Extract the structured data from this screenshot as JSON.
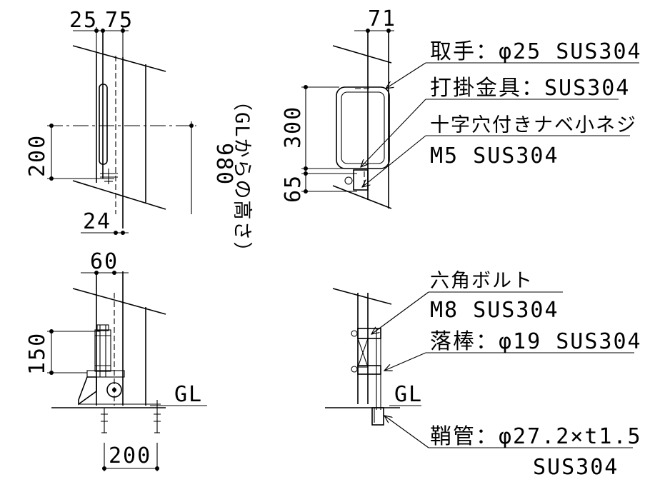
{
  "top_left": {
    "dim_25": "25",
    "dim_75": "75",
    "dim_200": "200",
    "dim_24": "24",
    "dim_980": "980",
    "note_gl": "（GLからの高さ）"
  },
  "top_right": {
    "dim_71": "71",
    "dim_300": "300",
    "dim_65": "65",
    "callout_handle": "取手：φ25 SUS304",
    "callout_latch": "打掛金具：SUS304",
    "callout_screw_line1": "十字穴付きナベ小ネジ",
    "callout_screw_line2": "M5 SUS304"
  },
  "bottom_left": {
    "dim_60": "60",
    "dim_150": "150",
    "dim_200": "200",
    "gl_label": "GL"
  },
  "bottom_right": {
    "callout_bolt_line1": "六角ボルト",
    "callout_bolt_line2": "M8 SUS304",
    "callout_rod": "落棒：φ19 SUS304",
    "gl_label": "GL",
    "callout_sleeve_line1": "鞘管：φ27.2×t1.5",
    "callout_sleeve_line2": "SUS304"
  }
}
